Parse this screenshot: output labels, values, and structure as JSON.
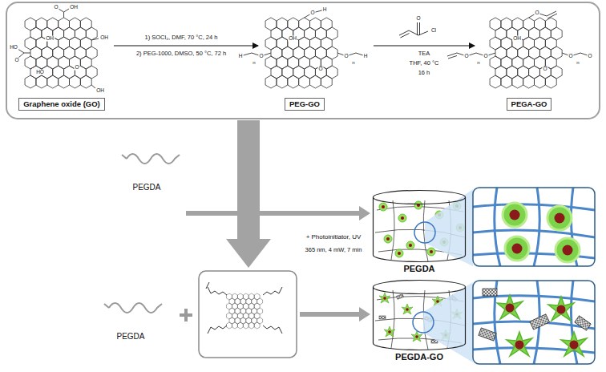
{
  "diagram": {
    "nodes": [
      {
        "text": [
          "Graphene oxide (GO)"
        ]
      },
      {
        "text": [
          "PEG-GO"
        ]
      },
      {
        "text": [
          "PEGA-GO"
        ]
      },
      {
        "text": [
          "PEGDA"
        ]
      },
      {
        "text": [
          "PEGDA-GO"
        ]
      }
    ],
    "labels": [
      "1) SOCl₂, DMF, 70 °C, 24 h",
      "2) PEG-1000, DMSO, 50 °C, 72 h",
      "O",
      "Cl",
      "TEA",
      "THF, 40 °C",
      "16 h",
      "O",
      "OH",
      "HO",
      "O",
      "OH",
      "OH",
      "OH",
      "O",
      "HO",
      "O",
      "H",
      "O",
      "n",
      "H",
      "O",
      "n",
      "H",
      "OH",
      "O",
      "O",
      "O",
      "n",
      "O",
      "O",
      "n",
      "O",
      "OH",
      "O",
      "PEGDA",
      "+ Photoinitiator, UV",
      "365 nm, 4 mW, 7 min",
      "PEGDA"
    ]
  }
}
